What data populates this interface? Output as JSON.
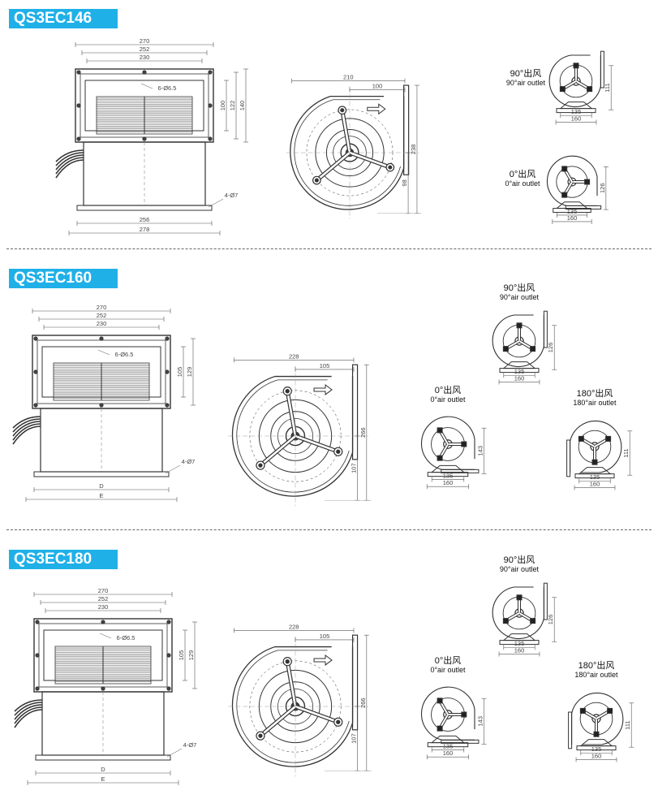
{
  "models": [
    {
      "name": "QS3EC146",
      "front": {
        "width_outer": "270",
        "width_mid": "252",
        "width_inner": "230",
        "hole_label": "6-Ø6.5",
        "h1": "100",
        "h2": "122",
        "h3": "140",
        "base_inner": "256",
        "base_outer": "278",
        "foot_hole": "4-Ø7"
      },
      "side": {
        "width": "210",
        "outlet": "100",
        "height": "238",
        "axis_h": "98"
      },
      "outlets": [
        {
          "cn": "90°出风",
          "en": "90°air outlet",
          "h": "111",
          "w1": "135",
          "w2": "160"
        },
        {
          "cn": "0°出风",
          "en": "0°air outlet",
          "h": "126",
          "w1": "135",
          "w2": "160"
        }
      ]
    },
    {
      "name": "QS3EC160",
      "front": {
        "width_outer": "270",
        "width_mid": "252",
        "width_inner": "230",
        "hole_label": "6-Ø6.5",
        "h1": "105",
        "h2": "129",
        "base_inner": "D",
        "base_outer": "E",
        "foot_hole": "4-Ø7"
      },
      "side": {
        "width": "228",
        "outlet": "105",
        "height": "266",
        "axis_h": "107"
      },
      "outlets": [
        {
          "cn": "90°出风",
          "en": "90°air outlet",
          "h": "126",
          "w1": "135",
          "w2": "160"
        },
        {
          "cn": "0°出风",
          "en": "0°air outlet",
          "h": "143",
          "w1": "135",
          "w2": "160"
        },
        {
          "cn": "180°出风",
          "en": "180°air outlet",
          "h": "111",
          "w1": "135",
          "w2": "160"
        }
      ]
    },
    {
      "name": "QS3EC180",
      "front": {
        "width_outer": "270",
        "width_mid": "252",
        "width_inner": "230",
        "hole_label": "6-Ø6.5",
        "h1": "105",
        "h2": "129",
        "base_inner": "D",
        "base_outer": "E",
        "foot_hole": "4-Ø7"
      },
      "side": {
        "width": "228",
        "outlet": "105",
        "height": "266",
        "axis_h": "107"
      },
      "outlets": [
        {
          "cn": "90°出风",
          "en": "90°air outlet",
          "h": "126",
          "w1": "135",
          "w2": "160"
        },
        {
          "cn": "0°出风",
          "en": "0°air outlet",
          "h": "143",
          "w1": "135",
          "w2": "160"
        },
        {
          "cn": "180°出风",
          "en": "180°air outlet",
          "h": "111",
          "w1": "135",
          "w2": "160"
        }
      ]
    }
  ]
}
